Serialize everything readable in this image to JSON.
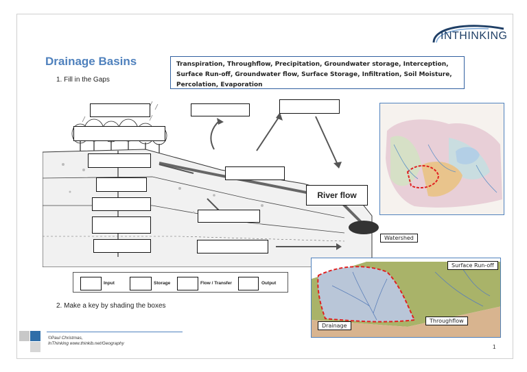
{
  "logo": {
    "text": "INTHINKING"
  },
  "title": "Drainage Basins",
  "question1": "1.  Fill in the Gaps",
  "word_bank": "Transpiration, Throughflow, Precipitation, Groundwater storage, Interception, Surface Run-off, Groundwater flow, Surface Storage, Infiltration, Soil Moisture, Percolation, Evaporation",
  "diagram": {
    "river_label": "River flow"
  },
  "key": {
    "items": [
      "Input",
      "Storage",
      "Flow / Transfer",
      "Output"
    ]
  },
  "question2": "2.  Make a key by shading the boxes",
  "watershed_labels": {
    "watershed": "Watershed",
    "surface_runoff": "Surface Run-off",
    "drainage": "Drainage",
    "throughflow": "Throughflow"
  },
  "footer": {
    "line1": "©Paul Christmas,",
    "line2": "InThinking www.thinkib.net/Geography"
  },
  "page_number": "1",
  "colors": {
    "title": "#4f81bd",
    "frame_border": "#4f81bd",
    "watershed_outline": "#e02020",
    "logo": "#1f3f66"
  }
}
